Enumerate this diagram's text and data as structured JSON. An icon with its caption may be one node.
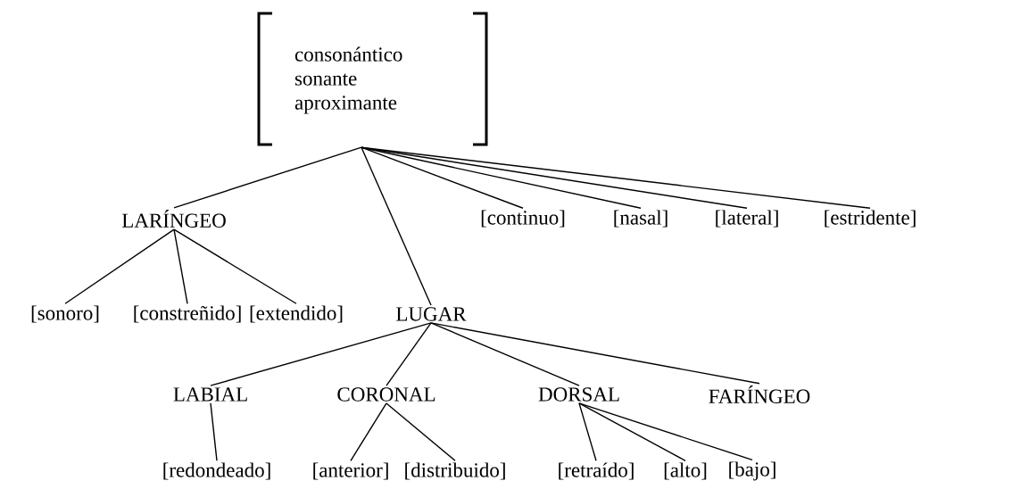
{
  "diagram": {
    "nodes": [
      {
        "text": [
          "consonántico sonante aproximante"
        ]
      },
      {
        "text": [
          "LARÍNGEO"
        ]
      },
      {
        "text": [
          "LUGAR"
        ]
      },
      {
        "text": [
          "[continuo]"
        ]
      },
      {
        "text": [
          "[nasal]"
        ]
      },
      {
        "text": [
          "[lateral]"
        ]
      },
      {
        "text": [
          "[estridente]"
        ]
      },
      {
        "text": [
          "[sonoro]"
        ]
      },
      {
        "text": [
          "[constreñido]"
        ]
      },
      {
        "text": [
          "[extendido]"
        ]
      },
      {
        "text": [
          "LABIAL"
        ]
      },
      {
        "text": [
          "CORONAL"
        ]
      },
      {
        "text": [
          "DORSAL"
        ]
      },
      {
        "text": [
          "FARÍNGEO"
        ]
      },
      {
        "text": [
          "[redondeado]"
        ]
      },
      {
        "text": [
          "[anterior]"
        ]
      },
      {
        "text": [
          "[distribuido]"
        ]
      },
      {
        "text": [
          "[retraído]"
        ]
      },
      {
        "text": [
          "[alto]"
        ]
      },
      {
        "text": [
          "[bajo]"
        ]
      }
    ],
    "edges": [
      {
        "from": 0,
        "to": 1,
        "arrow": "none"
      },
      {
        "from": 0,
        "to": 2,
        "arrow": "none"
      },
      {
        "from": 0,
        "to": 3,
        "arrow": "none"
      },
      {
        "from": 0,
        "to": 4,
        "arrow": "none"
      },
      {
        "from": 0,
        "to": 5,
        "arrow": "none"
      },
      {
        "from": 0,
        "to": 6,
        "arrow": "none"
      },
      {
        "from": 1,
        "to": 7,
        "arrow": "none"
      },
      {
        "from": 1,
        "to": 8,
        "arrow": "none"
      },
      {
        "from": 1,
        "to": 9,
        "arrow": "none"
      },
      {
        "from": 2,
        "to": 10,
        "arrow": "none"
      },
      {
        "from": 2,
        "to": 11,
        "arrow": "none"
      },
      {
        "from": 2,
        "to": 12,
        "arrow": "none"
      },
      {
        "from": 2,
        "to": 13,
        "arrow": "none"
      },
      {
        "from": 10,
        "to": 14,
        "arrow": "none"
      },
      {
        "from": 11,
        "to": 15,
        "arrow": "none"
      },
      {
        "from": 11,
        "to": 16,
        "arrow": "none"
      },
      {
        "from": 12,
        "to": 17,
        "arrow": "none"
      },
      {
        "from": 12,
        "to": 18,
        "arrow": "none"
      },
      {
        "from": 12,
        "to": 19,
        "arrow": "none"
      }
    ]
  }
}
